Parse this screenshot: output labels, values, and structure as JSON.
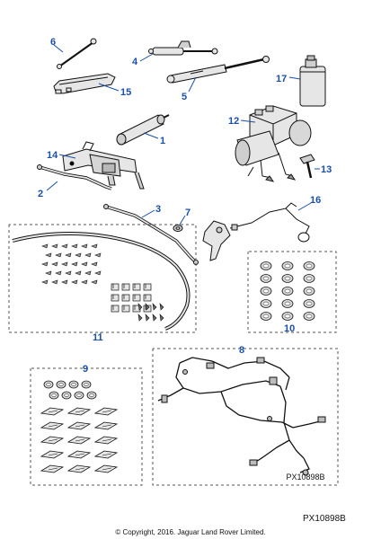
{
  "diagram": {
    "callouts": [
      {
        "key": "c1",
        "label": "1"
      },
      {
        "key": "c2",
        "label": "2"
      },
      {
        "key": "c3",
        "label": "3"
      },
      {
        "key": "c4",
        "label": "4"
      },
      {
        "key": "c5",
        "label": "5"
      },
      {
        "key": "c6",
        "label": "6"
      },
      {
        "key": "c7",
        "label": "7"
      },
      {
        "key": "c8",
        "label": "8"
      },
      {
        "key": "c9",
        "label": "9"
      },
      {
        "key": "c10",
        "label": "10"
      },
      {
        "key": "c11",
        "label": "11"
      },
      {
        "key": "c12",
        "label": "12"
      },
      {
        "key": "c13",
        "label": "13"
      },
      {
        "key": "c14",
        "label": "14"
      },
      {
        "key": "c15",
        "label": "15"
      },
      {
        "key": "c16",
        "label": "16"
      },
      {
        "key": "c17",
        "label": "17"
      }
    ],
    "inner_reference": "PX10898B",
    "reference_code": "PX10898B",
    "copyright": "© Copyright, 2016. Jaguar Land Rover Limited.",
    "colors": {
      "callout": "#1a4fa8",
      "line": "#111111",
      "part_fill": "#e6e6e6",
      "part_dark": "#9a9a9a",
      "box_dash": "#555555"
    }
  }
}
